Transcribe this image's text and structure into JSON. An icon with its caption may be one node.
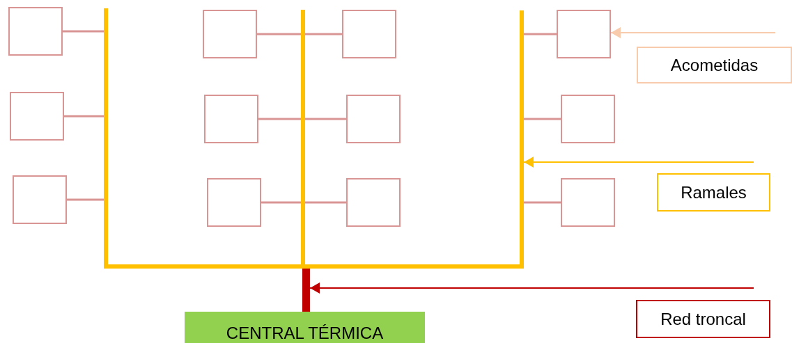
{
  "diagram": {
    "nodes": [
      {
        "text": [],
        "shape": "box"
      },
      {
        "text": [],
        "shape": "box"
      },
      {
        "text": [],
        "shape": "box"
      },
      {
        "text": [],
        "shape": "box"
      },
      {
        "text": [],
        "shape": "box"
      },
      {
        "text": [],
        "shape": "box"
      },
      {
        "text": [],
        "shape": "box"
      },
      {
        "text": [],
        "shape": "box"
      },
      {
        "text": [],
        "shape": "box"
      },
      {
        "text": [],
        "shape": "box"
      },
      {
        "text": [],
        "shape": "box"
      },
      {
        "text": [],
        "shape": "box"
      },
      {
        "text": [],
        "shape": "bar"
      },
      {
        "text": [],
        "shape": "bar"
      },
      {
        "text": [],
        "shape": "bar"
      },
      {
        "text": [],
        "shape": "bar"
      },
      {
        "text": [],
        "shape": "bar"
      },
      {
        "text": [
          "CENTRAL TÉRMICA"
        ]
      },
      {
        "text": [
          "Acometidas"
        ]
      },
      {
        "text": [
          "Ramales"
        ]
      },
      {
        "text": [
          "Red troncal"
        ]
      }
    ],
    "edges": [
      {
        "from": 0,
        "to": 12,
        "arrow": "none"
      },
      {
        "from": 1,
        "to": 13,
        "arrow": "none"
      },
      {
        "from": 13,
        "to": 2,
        "arrow": "none"
      },
      {
        "from": 14,
        "to": 3,
        "arrow": "none"
      },
      {
        "from": 4,
        "to": 12,
        "arrow": "none"
      },
      {
        "from": 5,
        "to": 13,
        "arrow": "none"
      },
      {
        "from": 13,
        "to": 6,
        "arrow": "none"
      },
      {
        "from": 14,
        "to": 7,
        "arrow": "none"
      },
      {
        "from": 8,
        "to": 12,
        "arrow": "none"
      },
      {
        "from": 9,
        "to": 13,
        "arrow": "none"
      },
      {
        "from": 13,
        "to": 10,
        "arrow": "none"
      },
      {
        "from": 14,
        "to": 11,
        "arrow": "none"
      },
      {
        "from": null,
        "to": 3,
        "arrow": "to",
        "color": "#f8cbad"
      },
      {
        "from": null,
        "to": 14,
        "arrow": "to",
        "color": "#ffc000"
      },
      {
        "from": null,
        "to": 16,
        "arrow": "to",
        "color": "#c00000"
      }
    ]
  }
}
